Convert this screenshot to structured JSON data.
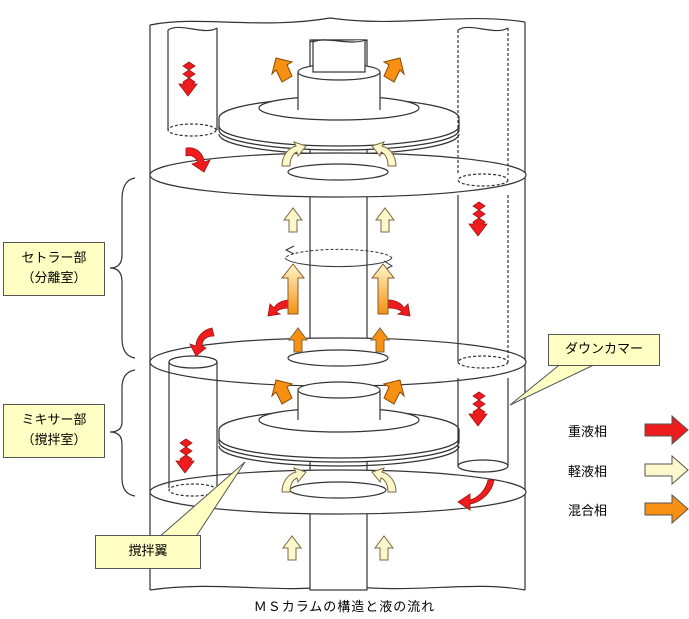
{
  "labels": {
    "settler": "セトラー部",
    "settler_sub": "（分離室）",
    "mixer": "ミキサー部",
    "mixer_sub": "（撹拌室）",
    "downcomer": "ダウンカマー",
    "impeller": "撹拌翼"
  },
  "legend": [
    {
      "label": "重液相",
      "color": "#ee1c1c"
    },
    {
      "label": "軽液相",
      "color": "#fdf8cc"
    },
    {
      "label": "混合相",
      "color": "#f79013"
    }
  ],
  "caption": "ＭＳカラムの構造と液の流れ"
}
